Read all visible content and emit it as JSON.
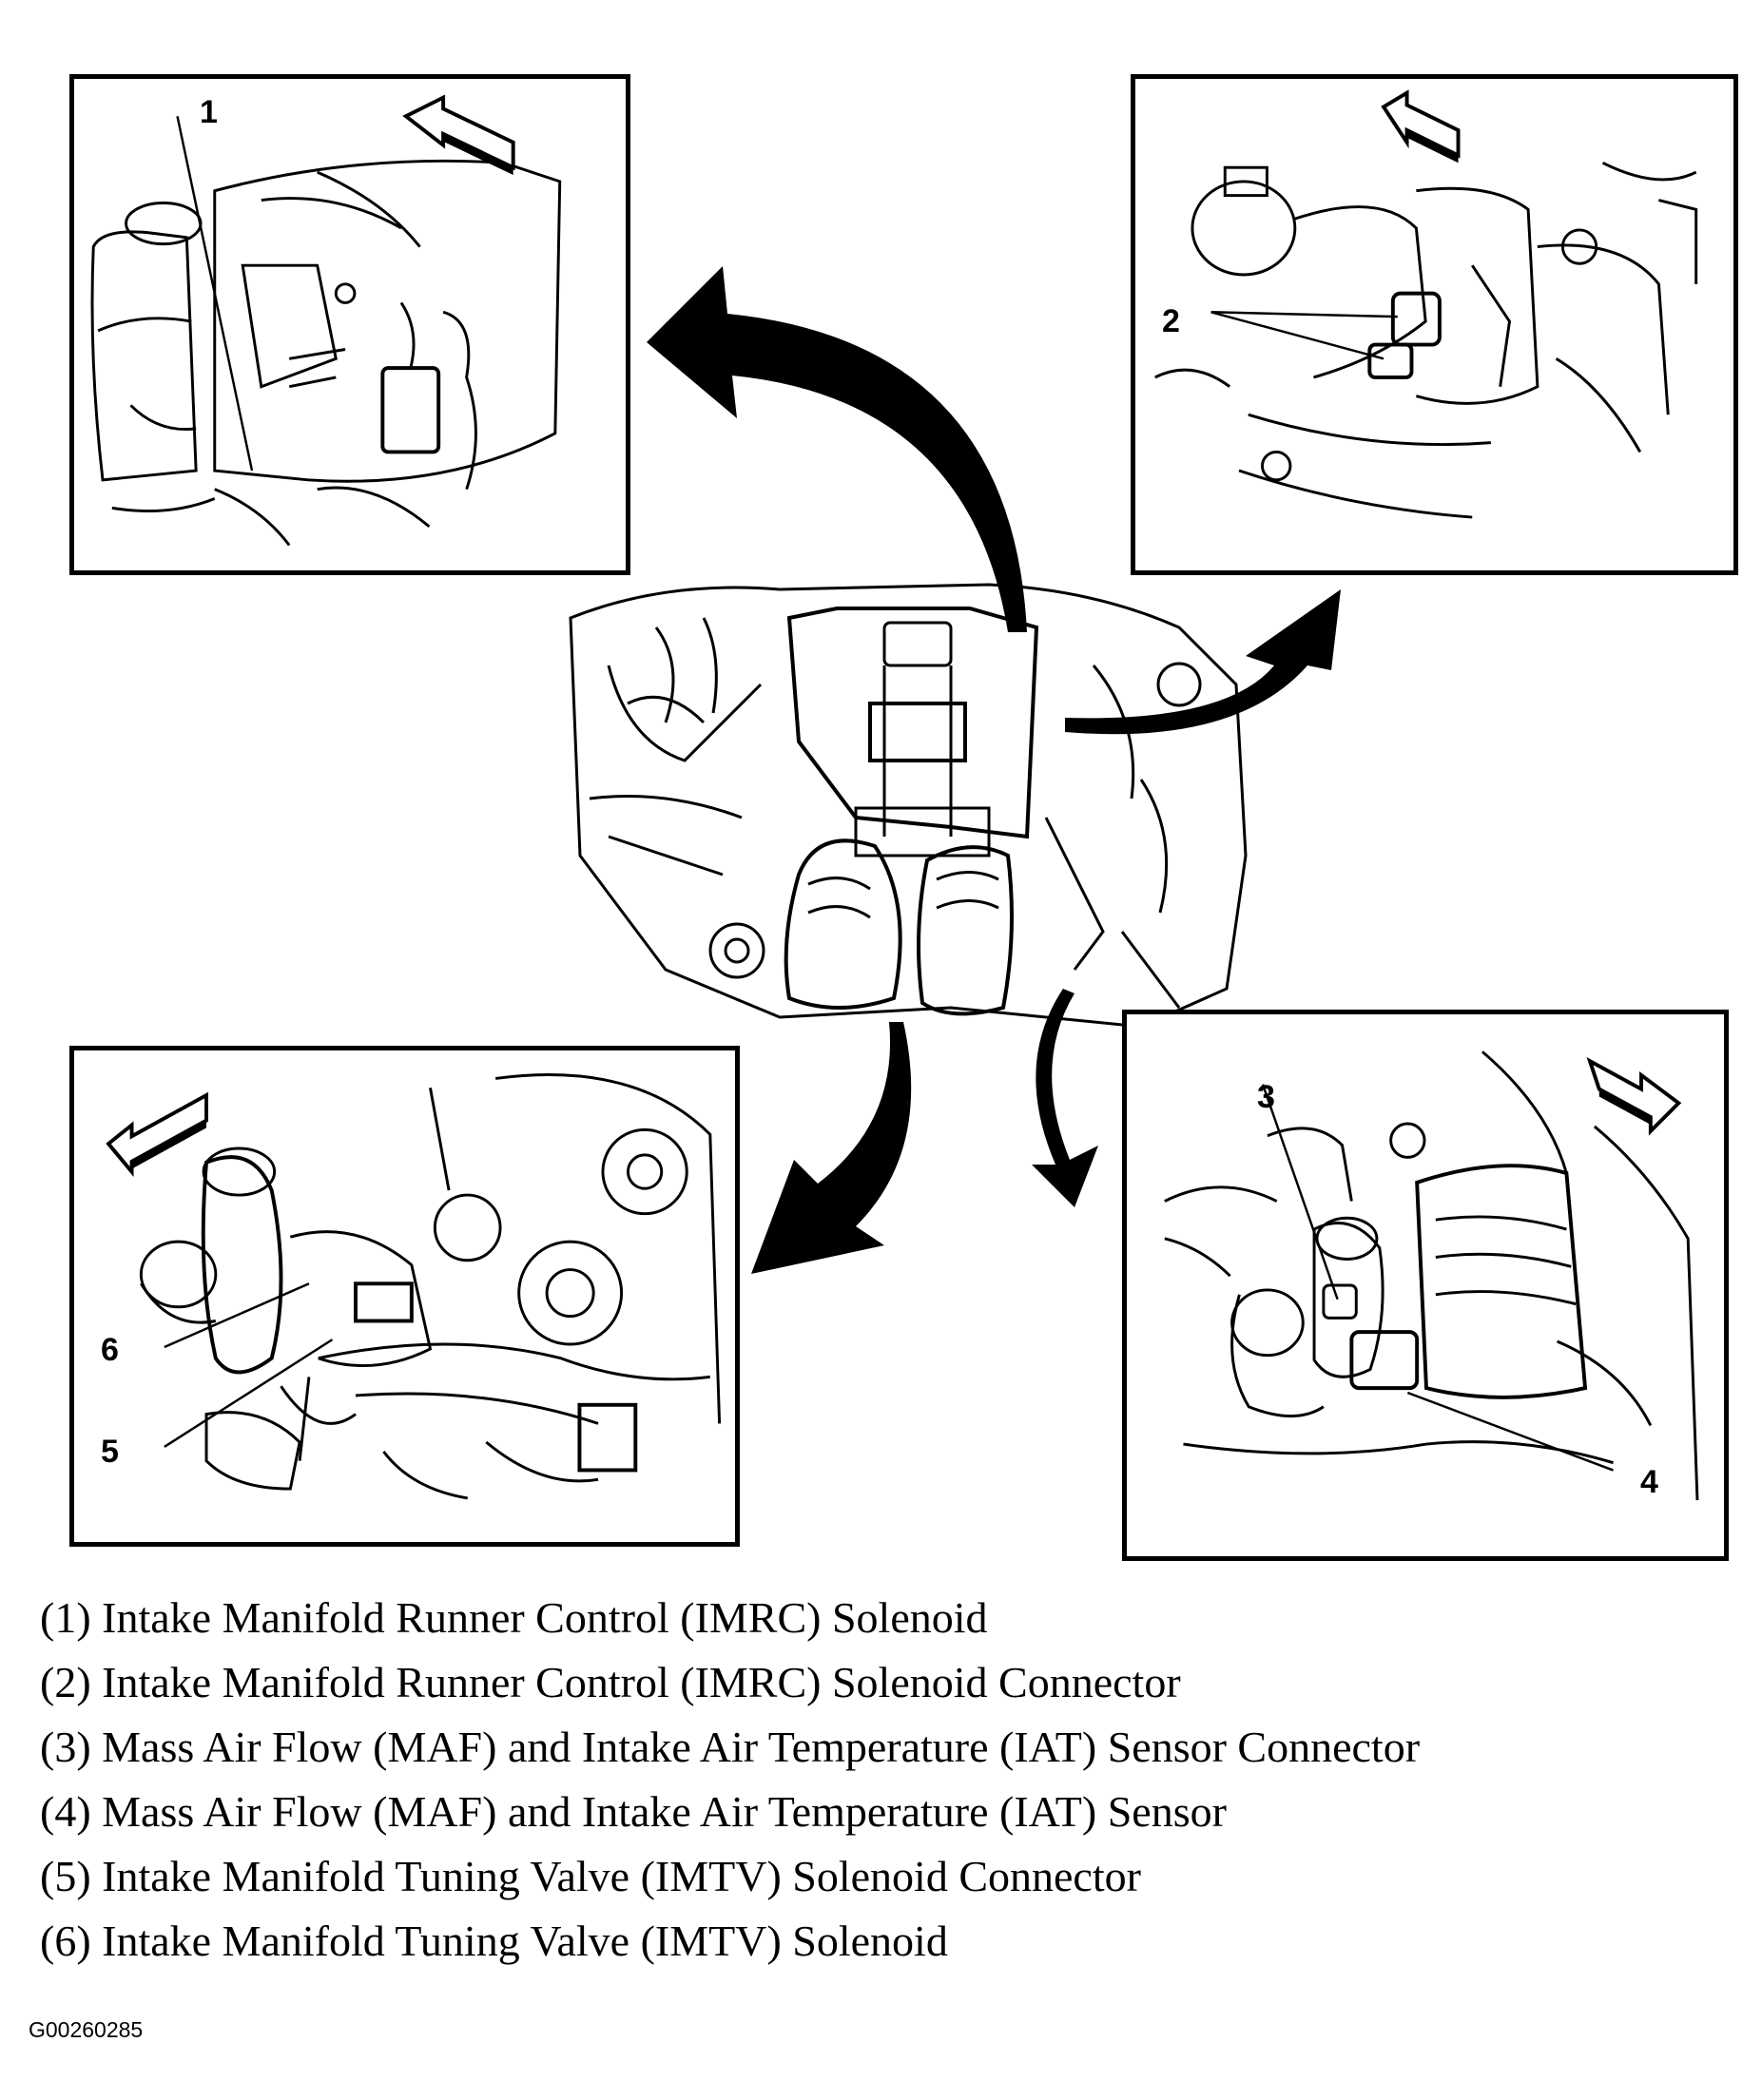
{
  "callouts": {
    "c1": "1",
    "c2": "2",
    "c3": "3",
    "c4": "4",
    "c5": "5",
    "c6": "6"
  },
  "legend": [
    "(1) Intake Manifold Runner Control (IMRC) Solenoid",
    "(2) Intake Manifold Runner Control (IMRC) Solenoid Connector",
    "(3) Mass Air Flow (MAF) and Intake Air Temperature (IAT) Sensor Connector",
    "(4) Mass Air Flow (MAF) and Intake Air Temperature (IAT) Sensor",
    "(5) Intake Manifold Tuning Valve (IMTV) Solenoid Connector",
    "(6) Intake Manifold Tuning Valve (IMTV) Solenoid"
  ],
  "figure_id": "G00260285",
  "colors": {
    "ink": "#000000",
    "paper": "#ffffff"
  },
  "icons": [
    "direction-arrow-icon",
    "curved-pointer-arrow-icon"
  ]
}
